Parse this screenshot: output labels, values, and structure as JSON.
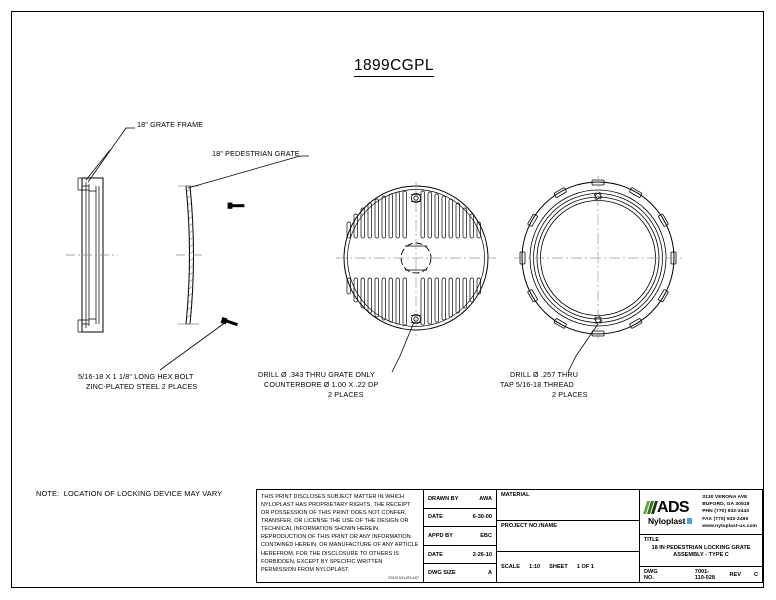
{
  "sheet": {
    "drawing_title": "1899CGPL",
    "note": "NOTE:  LOCATION OF LOCKING DEVICE MAY VARY"
  },
  "callouts": {
    "grate_frame": "18\" GRATE FRAME",
    "pedestrian_grate": "18\" PEDESTRIAN GRATE",
    "hex_bolt_line1": "5/16-18 X 1 1/8\" LONG HEX BOLT",
    "hex_bolt_line2": "ZINC-PLATED STEEL 2 PLACES",
    "drill_grate_line1": "DRILL Ø .343 THRU GRATE ONLY",
    "drill_grate_line2": "COUNTERBORE Ø 1.00 X .22 DP",
    "drill_grate_line3": "2 PLACES",
    "drill_tap_line1": "DRILL Ø .257 THRU",
    "drill_tap_line2": "TAP 5/16-18 THREAD",
    "drill_tap_line3": "2 PLACES"
  },
  "title_block": {
    "legal_text": "THIS PRINT DISCLOSES SUBJECT MATTER IN WHICH NYLOPLAST HAS PROPRIETARY RIGHTS.  THE RECEIPT OR POSSESSION OF THIS PRINT DOES NOT CONFER, TRANSFER, OR LICENSE THE USE OF THE DESIGN OR TECHNICAL INFORMATION SHOWN HEREIN REPRODUCTION OF THIS PRINT OR ANY INFORMATION CONTAINED HEREIN, OR MANUFACTURE OF ANY ARTICLE HEREFROM, FOR THE DISCLOSURE TO OTHERS IS FORBIDDEN, EXCEPT BY SPECIFIC WRITTEN PERMISSION FROM NYLOPLAST.",
    "copyright": "©2010 NYLOPLAST",
    "drawn_by_label": "DRAWN BY",
    "drawn_by_value": "AWA",
    "drawn_date_label": "DATE",
    "drawn_date_value": "6-30-00",
    "appd_by_label": "APPD BY",
    "appd_by_value": "EBC",
    "appd_date_label": "DATE",
    "appd_date_value": "2-26-10",
    "dwg_size_label": "DWG SIZE",
    "dwg_size_value": "A",
    "material_label": "MATERIAL",
    "material_value": "",
    "project_label": "PROJECT NO./NAME",
    "project_value": "",
    "scale_label": "SCALE",
    "scale_value": "1:10",
    "sheet_label": "SHEET",
    "sheet_value": "1 OF 1",
    "company_name": "ADS",
    "company_sub": "Nyloplast",
    "address": [
      "3130 VERONA AVE",
      "BUFORD, GA 30518",
      "PHN (770) 932-2443",
      "FAX (770) 932-2490",
      "www.nyloplast-us.com"
    ],
    "title_label": "TITLE",
    "title_value": "18 IN PEDESTRIAN LOCKING GRATE ASSEMBLY -\nTYPE C",
    "dwg_no_label": "DWG NO.",
    "dwg_no_value": "7001-110-028",
    "rev_label": "REV",
    "rev_value": "C"
  },
  "colors": {
    "line": "#000000",
    "logo_green": "#38761d",
    "logo_blue": "#4fa3d1"
  }
}
